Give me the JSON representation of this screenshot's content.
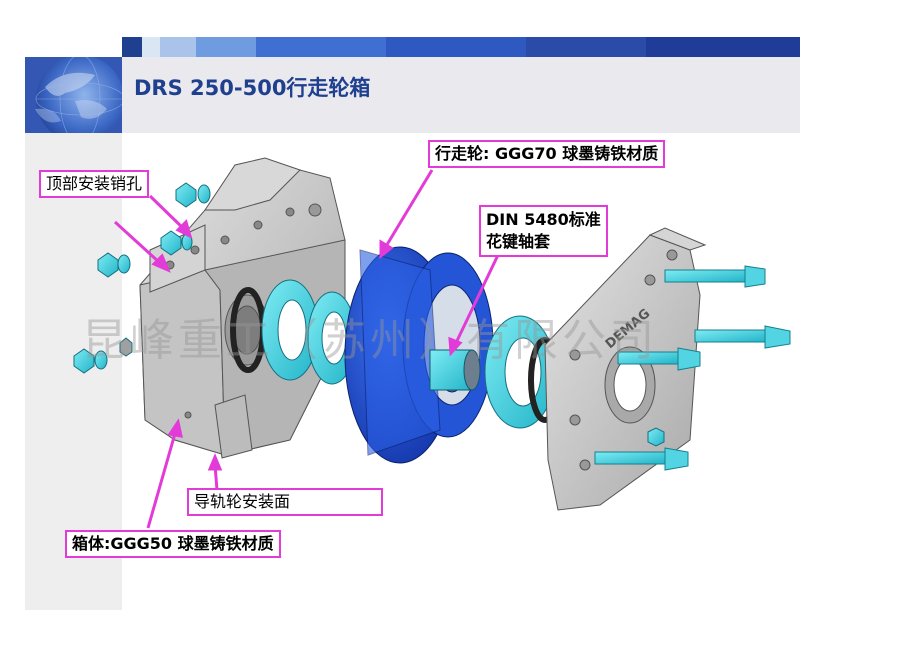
{
  "slide": {
    "title": "DRS 250-500行走轮箱",
    "watermark": "昆峰重工（苏州）有限公司",
    "colors": {
      "title": "#1f3f8f",
      "callout_border": "#e23bd8",
      "wheel_blue": "#1f56e0",
      "part_cyan": "#40d7e6",
      "housing_gray": "#c8c8c8"
    }
  },
  "callouts": {
    "top_pin_holes": "顶部安装销孔",
    "wheel_material": "行走轮: GGG70 球墨铸铁材质",
    "spline_sleeve_line1": "DIN 5480标准",
    "spline_sleeve_line2": "花键轴套",
    "guide_rail_face": "导轨轮安装面",
    "housing_material": "箱体:GGG50 球墨铸铁材质"
  },
  "drawing": {
    "cover_brand_text": "DEMAG"
  }
}
